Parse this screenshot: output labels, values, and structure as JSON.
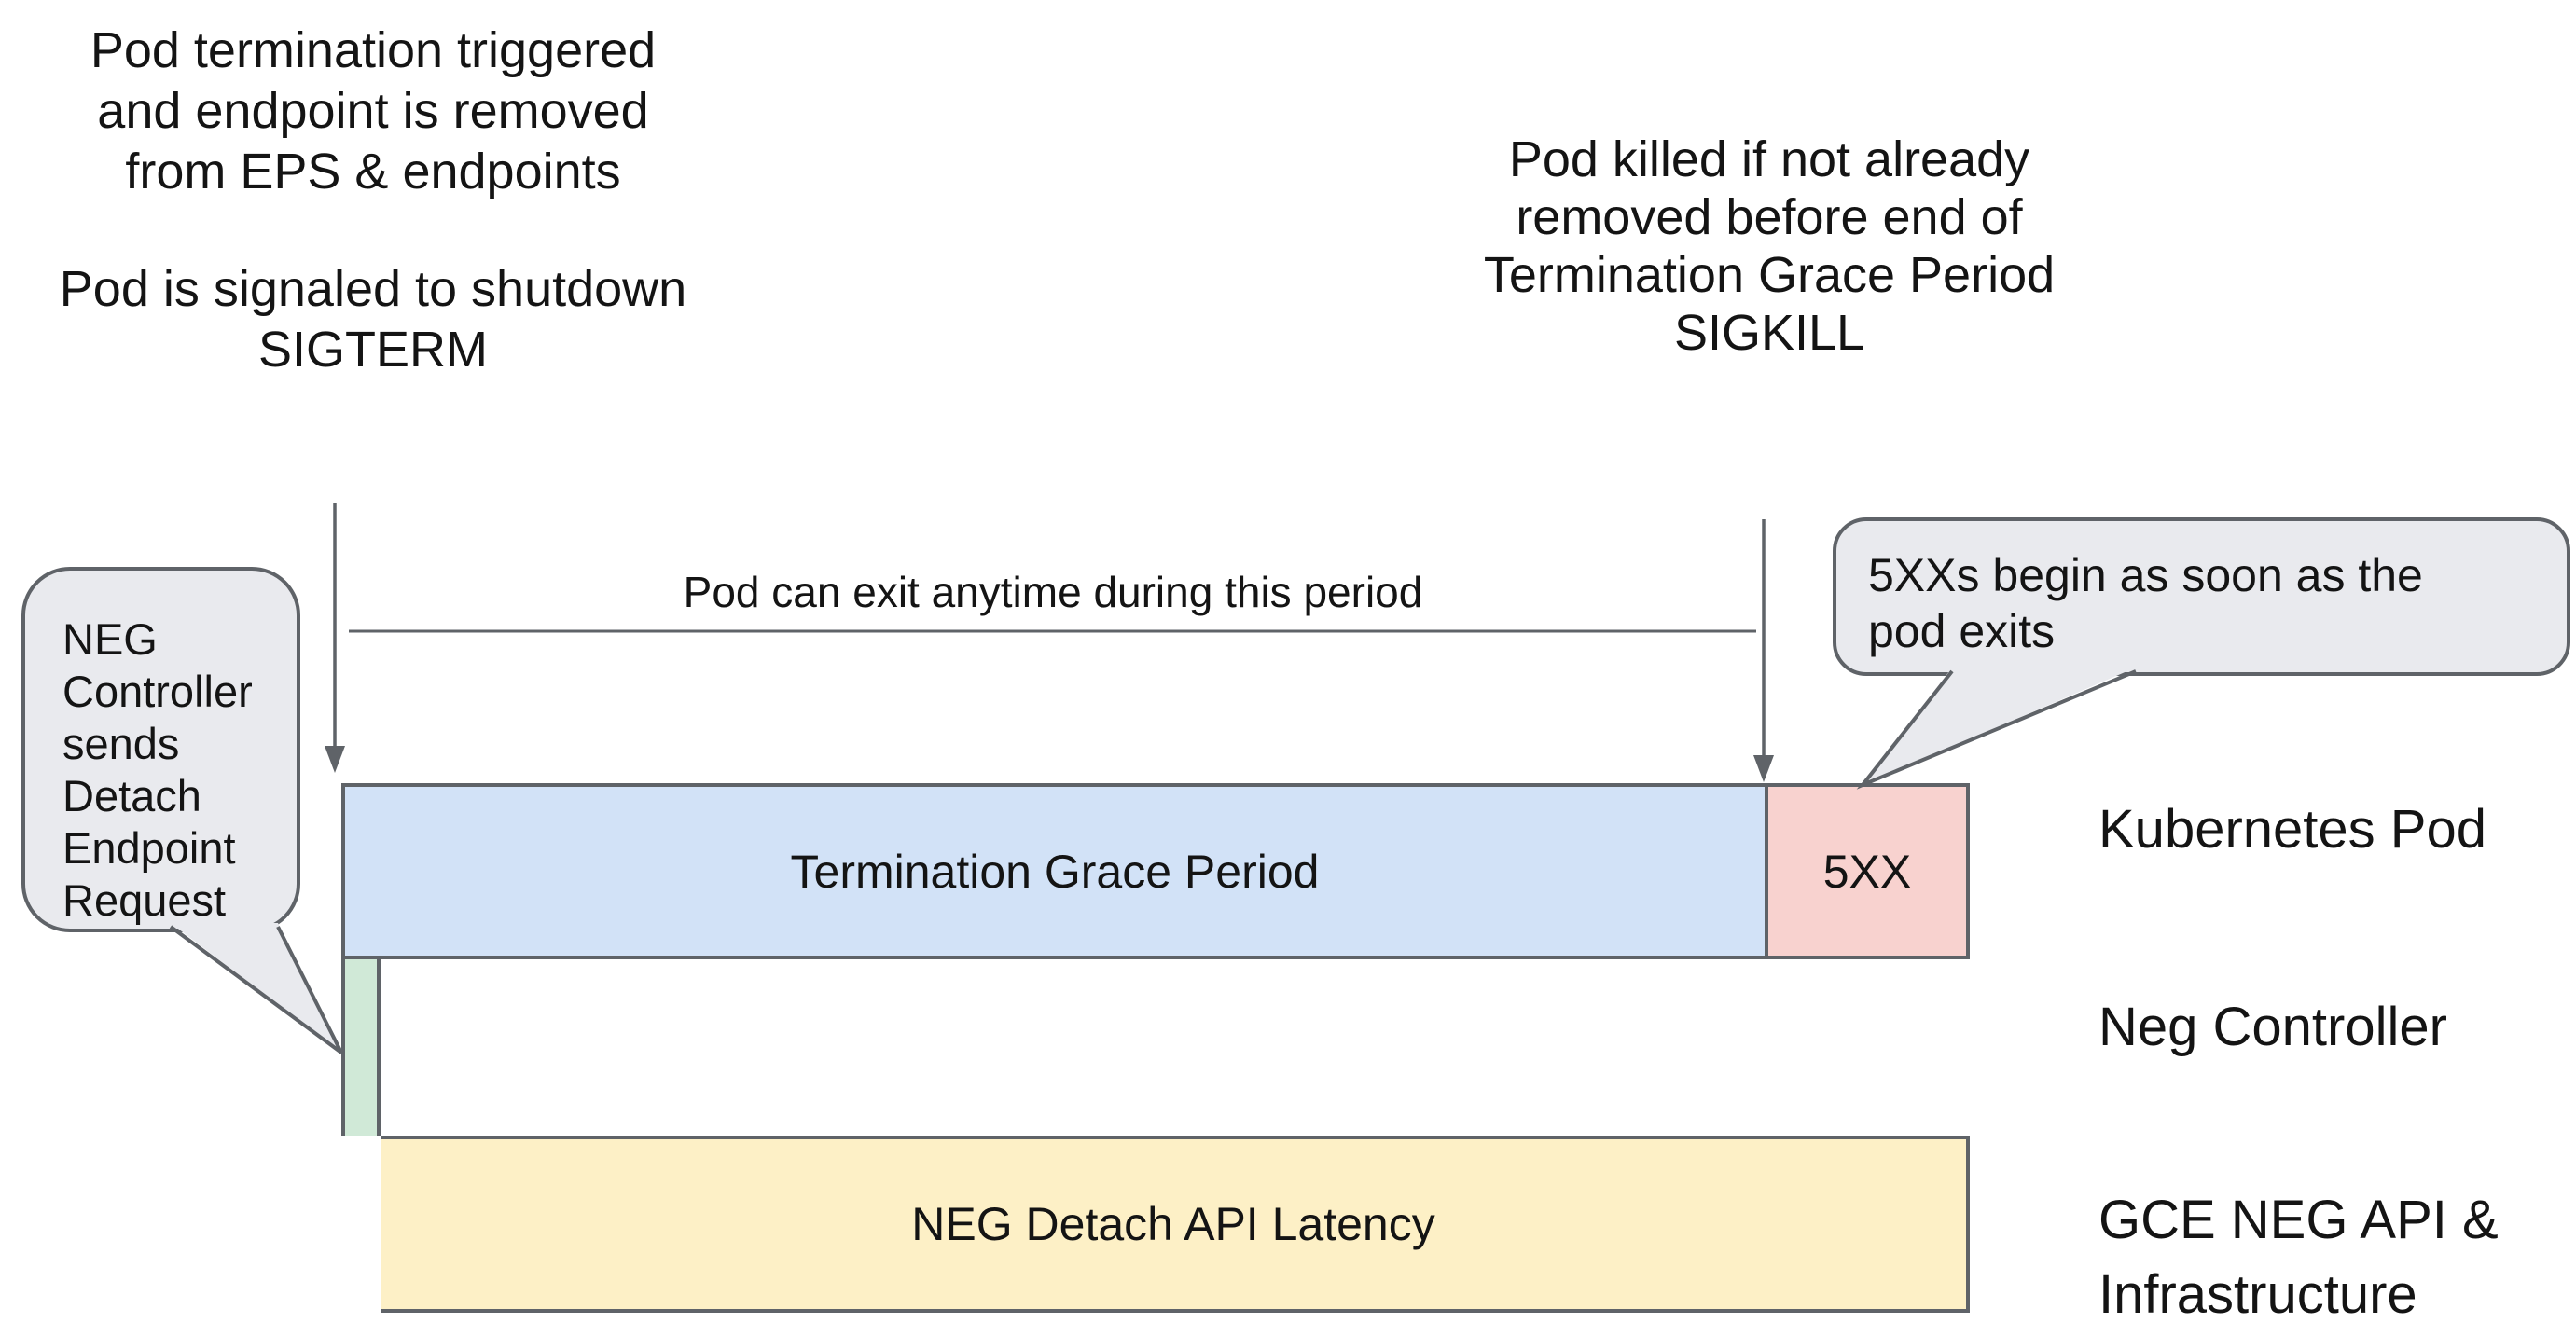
{
  "colors": {
    "background": "#ffffff",
    "text": "#141414",
    "line": "#5f6368",
    "bubble_fill": "#e9eaee",
    "blue_fill": "#d2e2f7",
    "red_fill": "#f8d2cf",
    "green_fill": "#d0e9d7",
    "yellow_fill": "#fdf0c6"
  },
  "annotations": {
    "pod_termination": {
      "line1": "Pod termination triggered",
      "line2": "and endpoint is removed",
      "line3": "from EPS & endpoints"
    },
    "pod_signaled": {
      "line1": "Pod is signaled to shutdown",
      "line2": "SIGTERM"
    },
    "pod_killed": {
      "line1": "Pod killed if not already",
      "line2": "removed before end of",
      "line3": "Termination Grace Period",
      "line4": "SIGKILL"
    },
    "exit_period_label": "Pod can exit anytime during this period"
  },
  "callouts": {
    "neg_controller": {
      "line1": "NEG",
      "line2": "Controller",
      "line3": "sends",
      "line4": "Detach",
      "line5": "Endpoint",
      "line6": "Request"
    },
    "five_xx": {
      "line1": "5XXs begin as soon as the",
      "line2": "pod exits"
    }
  },
  "bars": {
    "termination_grace_period": {
      "label": "Termination Grace Period"
    },
    "five_xx": {
      "label": "5XX"
    },
    "neg_detach_api_latency": {
      "label": "NEG Detach API Latency"
    }
  },
  "row_labels": {
    "kubernetes_pod": "Kubernetes Pod",
    "neg_controller": "Neg Controller",
    "gce_neg_api_line1": "GCE NEG API &",
    "gce_neg_api_line2": "Infrastructure"
  }
}
